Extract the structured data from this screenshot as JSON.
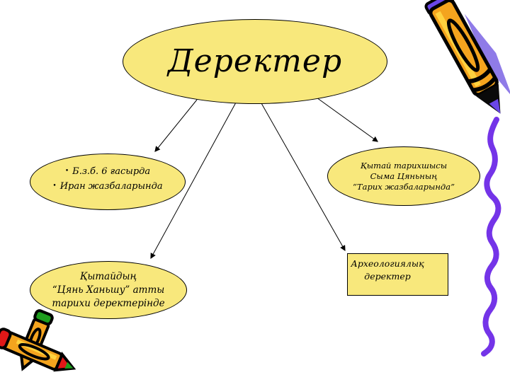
{
  "slide": {
    "background": "#FFFFFF",
    "description": "Concept diagram slide: central topic with four source nodes connected by arrows"
  },
  "glyphs": {
    "bullet": "•"
  },
  "colors": {
    "node_fill": "#F8E87C",
    "node_border": "#000000",
    "text": "#000000",
    "connector": "#000000",
    "squiggle_purple": "#7434E8",
    "crayon_orange": "#F4A41E",
    "crayon_yellow": "#FFD23F",
    "crayon_purple": "#6A46E8",
    "crayon_shadow_purple": "#8F7BE8",
    "crayon_red": "#E01818",
    "crayon_green": "#1E9E1E"
  },
  "nodes": {
    "center": {
      "label": "Деректер"
    },
    "left": {
      "lines": [
        "Б.з.б. 6 ғасырда",
        "Иран жазбаларында"
      ]
    },
    "right": {
      "lines": [
        "Қытай тарихшысы",
        "Сыма Цяньның",
        "“Тарих жазбаларында”"
      ]
    },
    "bottom_left": {
      "lines": [
        "Қытайдың",
        "“Цянь Ханьшу” атты",
        "тарихи деректерінде"
      ]
    },
    "bottom_right": {
      "lines": [
        "Археологиялық",
        "деректер"
      ]
    }
  }
}
